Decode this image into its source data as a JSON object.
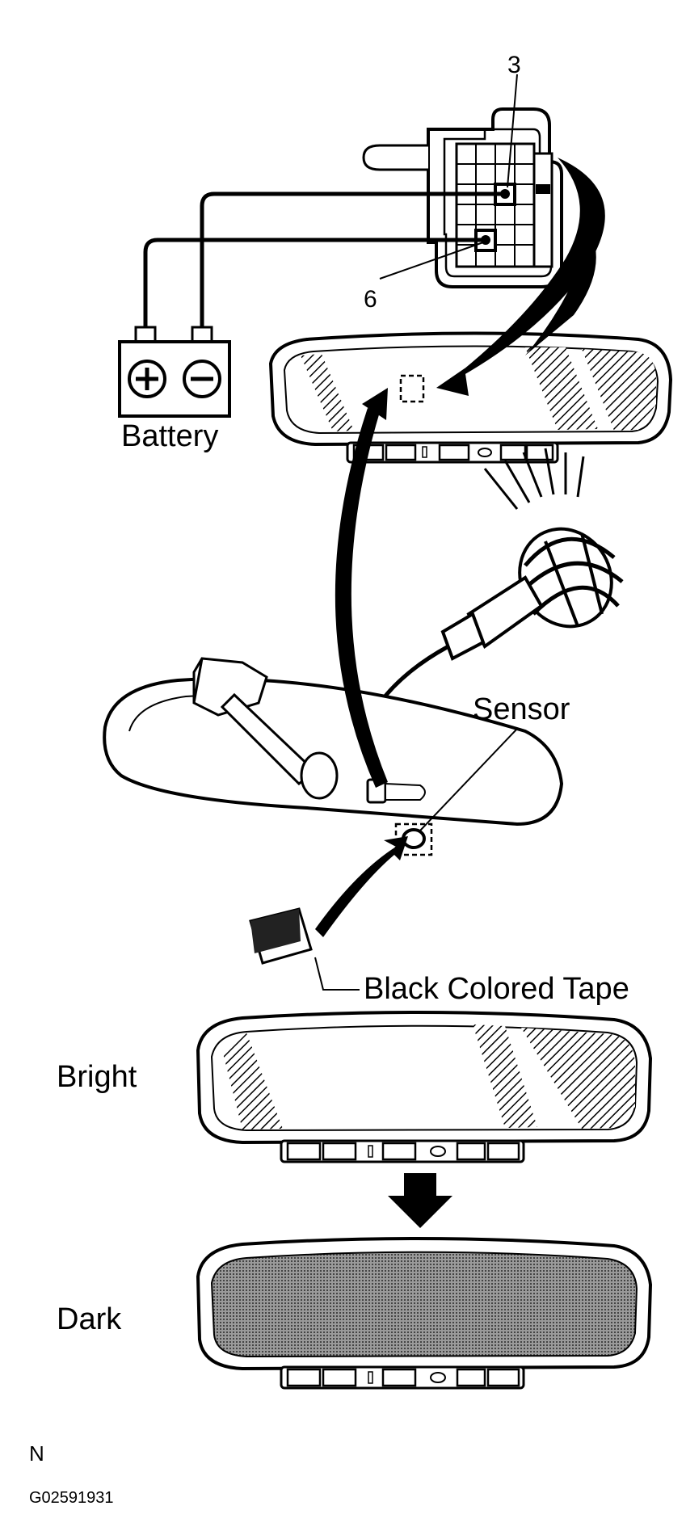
{
  "connector": {
    "pin_a": "3",
    "pin_b": "6"
  },
  "battery": {
    "label": "Battery",
    "positive": "+",
    "negative": "−"
  },
  "labels": {
    "sensor": "Sensor",
    "tape": "Black Colored Tape",
    "bright": "Bright",
    "dark": "Dark"
  },
  "footer": {
    "letter": "N",
    "code": "G02591931"
  }
}
